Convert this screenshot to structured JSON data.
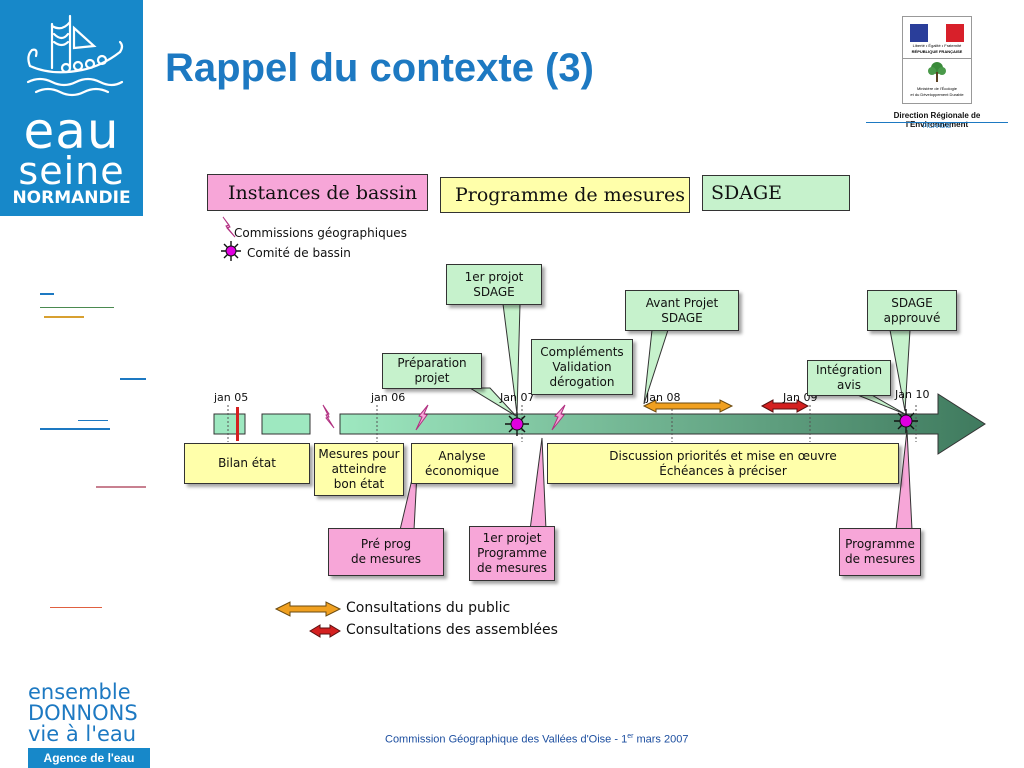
{
  "logo": {
    "eau": "eau",
    "seine": "seine",
    "normandie": "NORMANDIE"
  },
  "title": "Rappel du contexte (3)",
  "ministry": {
    "republic_line1": "Liberté • Égalité • Fraternité",
    "republic_line2": "RÉPUBLIQUE FRANÇAISE",
    "ministry_line1": "Ministère de l'Écologie",
    "ministry_line2": "et du Développement Durable",
    "direction": "Direction Régionale de l'Environnement",
    "region": "PICARDIE"
  },
  "legend_top": {
    "instances": "Instances de bassin",
    "programme": "Programme de mesures",
    "sdage": "SDAGE",
    "commissions": "Commissions géographiques",
    "comite": "Comité de bassin"
  },
  "timeline": {
    "ticks": [
      "jan 05",
      "jan 06",
      "Jan 07",
      "Jan 08",
      "Jan 09",
      "Jan 10"
    ]
  },
  "callouts": {
    "premier_projet_sdage": "1er projot\nSDAGE",
    "avant_projet": "Avant Projet\nSDAGE",
    "sdage_approuve": "SDAGE\napprouvé",
    "preparation_projet": "Préparation\nprojet",
    "complements": "Compléments\nValidation\ndérogation",
    "integration_avis": "Intégration\navis"
  },
  "bar_boxes": {
    "bilan_etat": "Bilan état",
    "mesures_pour": "Mesures pour\natteindre\nbon état",
    "analyse": "Analyse\néconomique",
    "discussion": "Discussion priorités et mise en œuvre\nÉchéances à préciser"
  },
  "pink_boxes": {
    "pre_prog": "Pré prog\nde mesures",
    "premier_projet_programme": "1er projet\nProgramme\nde mesures",
    "programme": "Programme\nde mesures"
  },
  "legend_bottom": {
    "public": "Consultations du public",
    "assemblees": "Consultations des assemblées"
  },
  "colors": {
    "orange": "#f0a020",
    "red": "#d42020",
    "timeline_green": "#5a9a78",
    "star_magenta": "#e000e0"
  },
  "footer": {
    "text_before": "Commission Géographique des Vallées d'Oise - 1",
    "sup": "er",
    "text_after": " mars 2007"
  },
  "slogan": {
    "line1": "ensemble",
    "line2": "DONNONS",
    "line3": "vie à l'eau",
    "agence": "Agence de l'eau"
  }
}
